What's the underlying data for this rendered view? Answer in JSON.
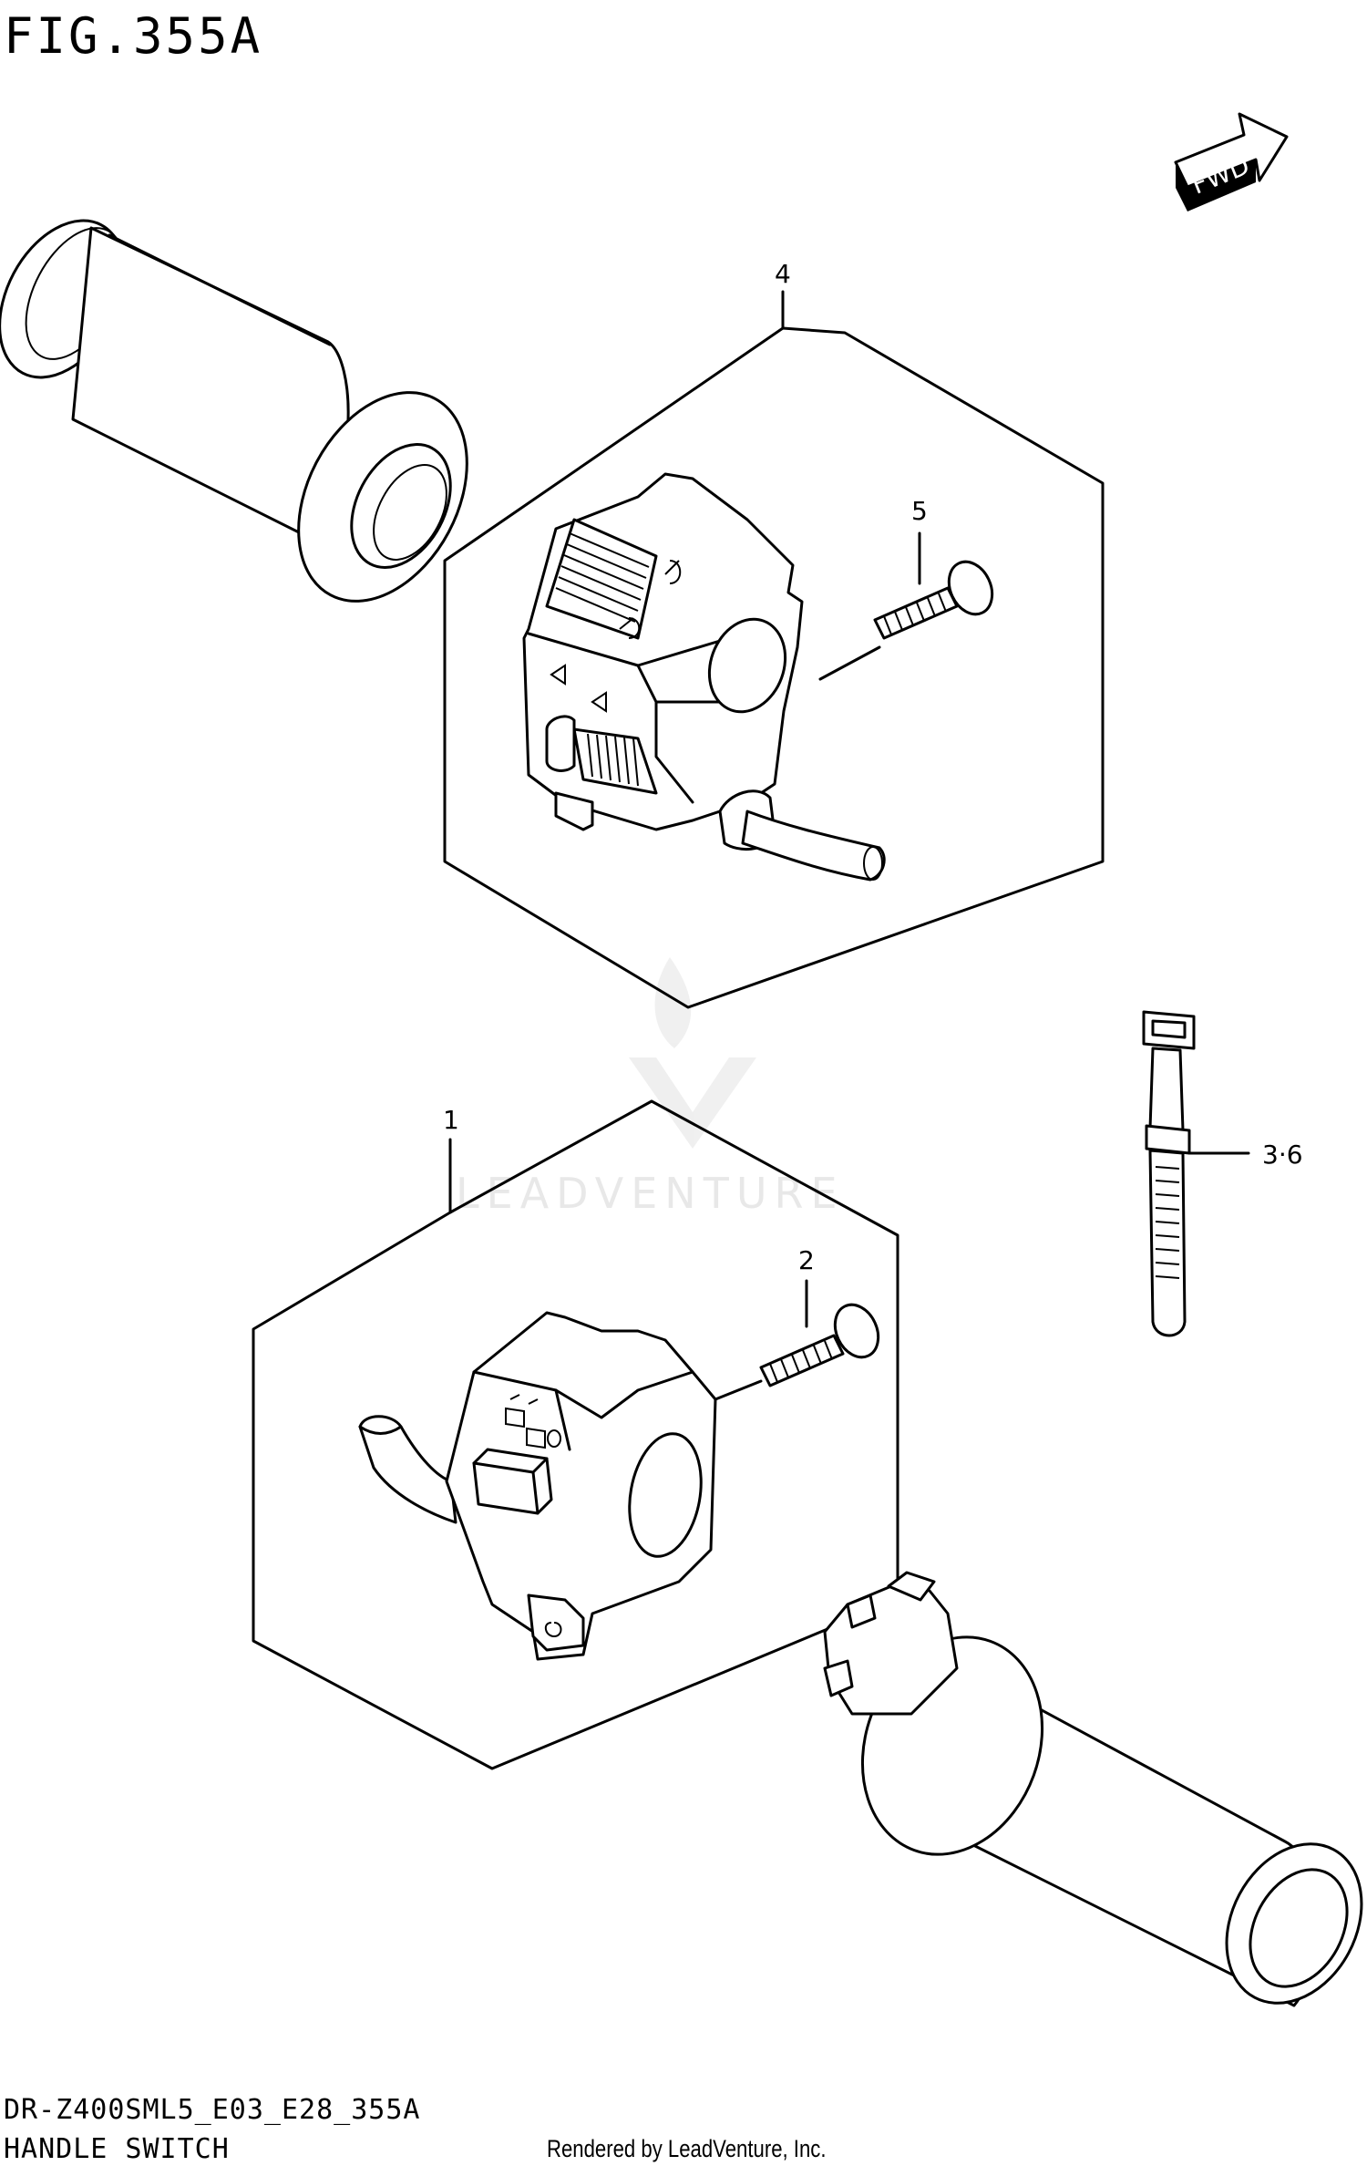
{
  "figure": {
    "title": "FIG.355A",
    "code": "DR-Z400SML5_E03_E28_355A",
    "name": "HANDLE SWITCH",
    "rendered_by": "Rendered by LeadVenture, Inc.",
    "direction_label": "FWD",
    "watermark": "LEADVENTURE"
  },
  "callouts": [
    {
      "id": "c4",
      "label": "4"
    },
    {
      "id": "c5",
      "label": "5"
    },
    {
      "id": "c1",
      "label": "1"
    },
    {
      "id": "c2",
      "label": "2"
    },
    {
      "id": "c36",
      "label": "3·6"
    }
  ]
}
